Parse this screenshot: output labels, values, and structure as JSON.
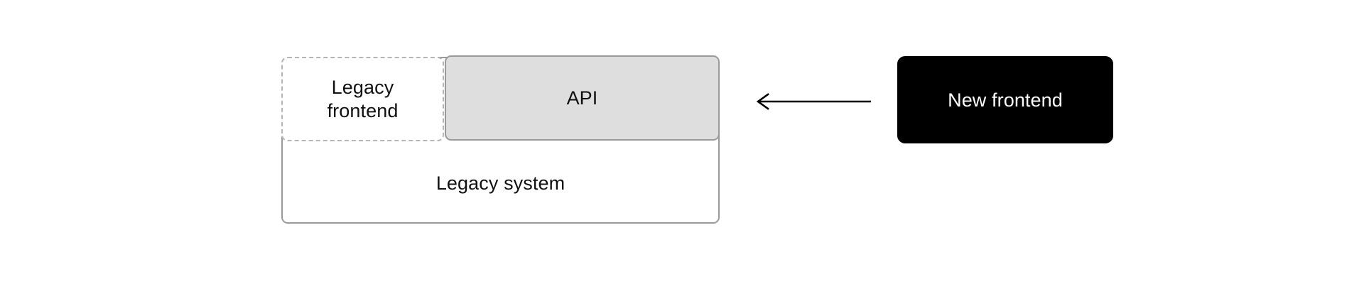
{
  "diagram": {
    "background_color": "#ffffff",
    "legacy_system": {
      "label": "Legacy system",
      "border_color": "#9a9a9a",
      "fill_color": "#ffffff",
      "border_style": "solid"
    },
    "legacy_frontend": {
      "label": "Legacy\nfrontend",
      "border_color": "#b5b5b5",
      "fill_color": "#ffffff",
      "border_style": "dashed"
    },
    "api": {
      "label": "API",
      "border_color": "#9a9a9a",
      "fill_color": "#dedede",
      "border_style": "solid"
    },
    "new_frontend": {
      "label": "New frontend",
      "fill_color": "#000000",
      "text_color": "#ffffff"
    },
    "arrow": {
      "direction": "left",
      "color": "#000000",
      "from": "New frontend",
      "to": "API"
    }
  }
}
